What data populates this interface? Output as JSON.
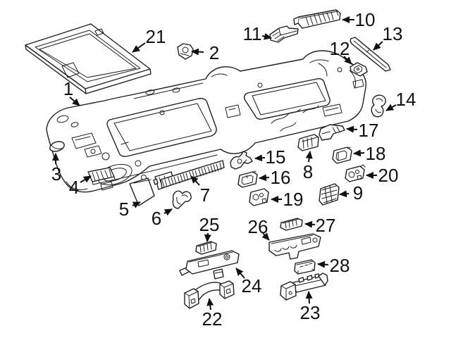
{
  "diagram": {
    "background": "#ffffff",
    "line_color": "#1f1f1f",
    "label_color": "#111111",
    "callouts": [
      {
        "label": "1"
      },
      {
        "label": "2"
      },
      {
        "label": "3"
      },
      {
        "label": "4"
      },
      {
        "label": "5"
      },
      {
        "label": "6"
      },
      {
        "label": "7"
      },
      {
        "label": "8"
      },
      {
        "label": "9"
      },
      {
        "label": "10"
      },
      {
        "label": "11"
      },
      {
        "label": "12"
      },
      {
        "label": "13"
      },
      {
        "label": "14"
      },
      {
        "label": "15"
      },
      {
        "label": "16"
      },
      {
        "label": "17"
      },
      {
        "label": "18"
      },
      {
        "label": "19"
      },
      {
        "label": "20"
      },
      {
        "label": "21"
      },
      {
        "label": "22"
      },
      {
        "label": "23"
      },
      {
        "label": "24"
      },
      {
        "label": "25"
      },
      {
        "label": "26"
      },
      {
        "label": "27"
      },
      {
        "label": "28"
      }
    ]
  }
}
